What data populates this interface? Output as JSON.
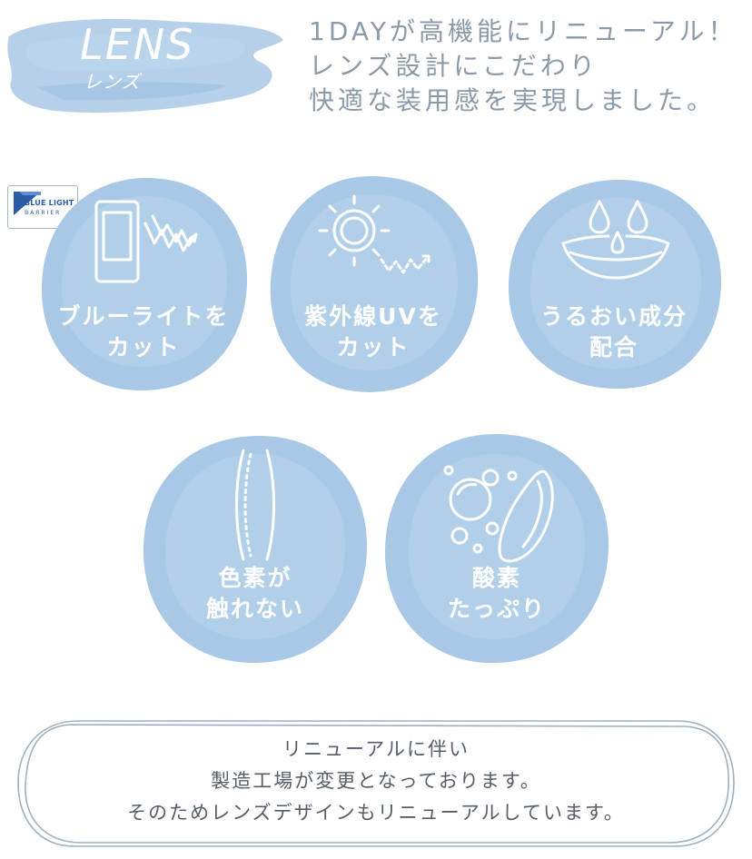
{
  "header": {
    "title": "LENS",
    "subtitle": "レンズ",
    "intro_lines": [
      "1DAYが高機能にリニューアル！",
      "レンズ設計にこだわり",
      "快適な装用感を実現しました。"
    ]
  },
  "badge": {
    "line1": "BLUE LIGHT",
    "line2": "BARRIER"
  },
  "features": [
    {
      "icon": "smartphone-blue-light-icon",
      "lines": [
        "ブルーライトを",
        "カット"
      ]
    },
    {
      "icon": "sun-uv-icon",
      "lines": [
        "紫外線UVを",
        "カット"
      ]
    },
    {
      "icon": "moisture-drops-lens-icon",
      "lines": [
        "うるおい成分",
        "配合"
      ]
    },
    {
      "icon": "lens-cross-section-icon",
      "lines": [
        "色素が",
        "触れない"
      ]
    },
    {
      "icon": "oxygen-bubbles-lens-icon",
      "lines": [
        "酸素",
        "たっぷり"
      ]
    }
  ],
  "notice": {
    "lines": [
      "リニューアルに伴い",
      "製造工場が変更となっております。",
      "そのためレンズデザインもリニューアルしています。"
    ]
  },
  "colors": {
    "blob": "#a9c8e6",
    "blob_light": "#c4daee",
    "text_gray": "#8b9aa8",
    "notice_border": "#9db0c4",
    "badge_blue": "#2a5ba5"
  }
}
